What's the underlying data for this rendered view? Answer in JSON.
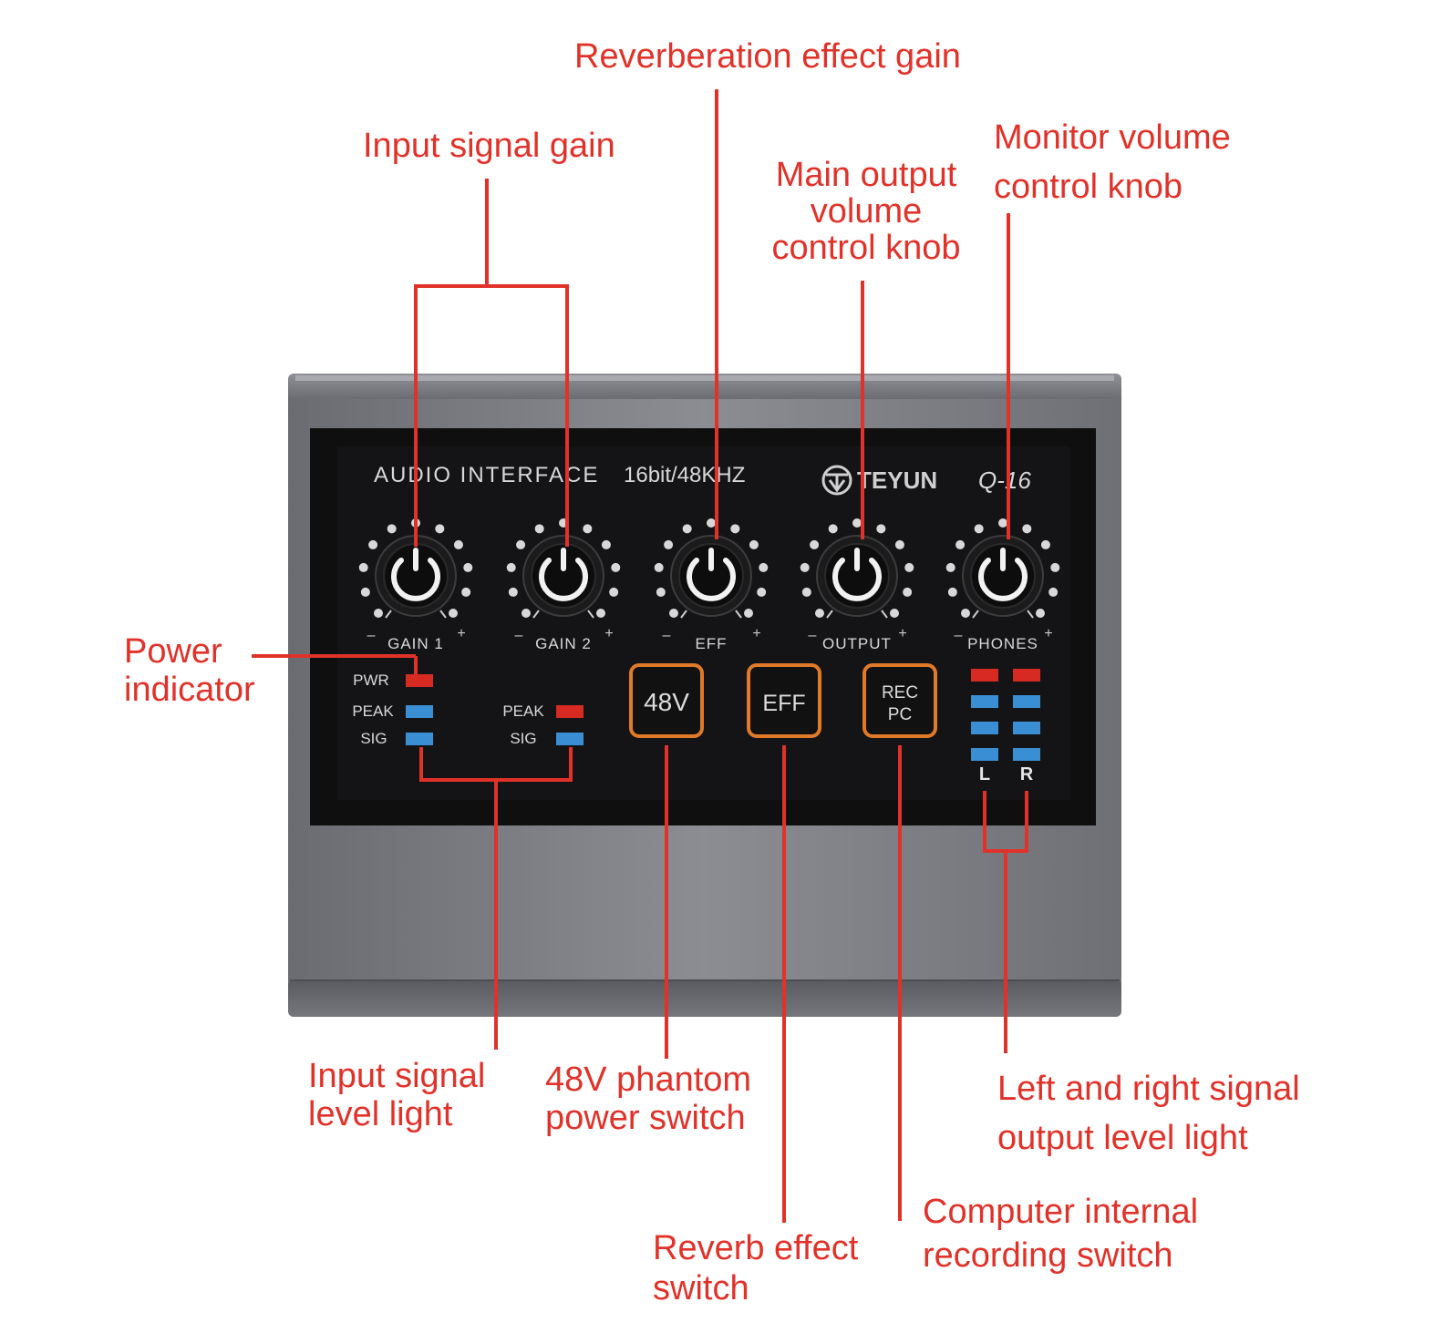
{
  "colors": {
    "callout": "#e1322a",
    "panel": "#0f0f10",
    "case": "#7f8186",
    "button_border": "#e07a28",
    "led_red": "#d62a22",
    "led_blue": "#3a8fd4"
  },
  "panel": {
    "product": "AUDIO  INTERFACE",
    "spec": "16bit/48KHZ",
    "brand": "TEYUN",
    "model": "Q-16",
    "logo_icon": "teyun-logo-icon"
  },
  "knobs": [
    {
      "label": "GAIN 1"
    },
    {
      "label": "GAIN 2"
    },
    {
      "label": "EFF"
    },
    {
      "label": "OUTPUT"
    },
    {
      "label": "PHONES"
    }
  ],
  "knob_minus": "–",
  "knob_plus": "+",
  "leds_left": {
    "pwr": "PWR",
    "peak": "PEAK",
    "sig": "SIG"
  },
  "leds_ch2": {
    "peak": "PEAK",
    "sig": "SIG"
  },
  "buttons": {
    "phantom": "48V",
    "eff": "EFF",
    "rec_line1": "REC",
    "rec_line2": "PC"
  },
  "meter": {
    "left": "L",
    "right": "R"
  },
  "callouts": {
    "reverb_gain": [
      "Reverberation effect gain"
    ],
    "input_gain": [
      "Input signal gain"
    ],
    "main_output": [
      "Main output",
      "volume",
      "control knob"
    ],
    "monitor": [
      "Monitor volume",
      "control knob"
    ],
    "power": [
      "Power",
      "indicator"
    ],
    "input_level": [
      "Input signal",
      "level light"
    ],
    "phantom": [
      "48V phantom",
      "power switch"
    ],
    "reverb_switch": [
      "Reverb effect",
      "switch"
    ],
    "rec_switch": [
      "Computer internal",
      "recording switch"
    ],
    "lr_level": [
      "Left and right signal",
      "output level light"
    ]
  }
}
